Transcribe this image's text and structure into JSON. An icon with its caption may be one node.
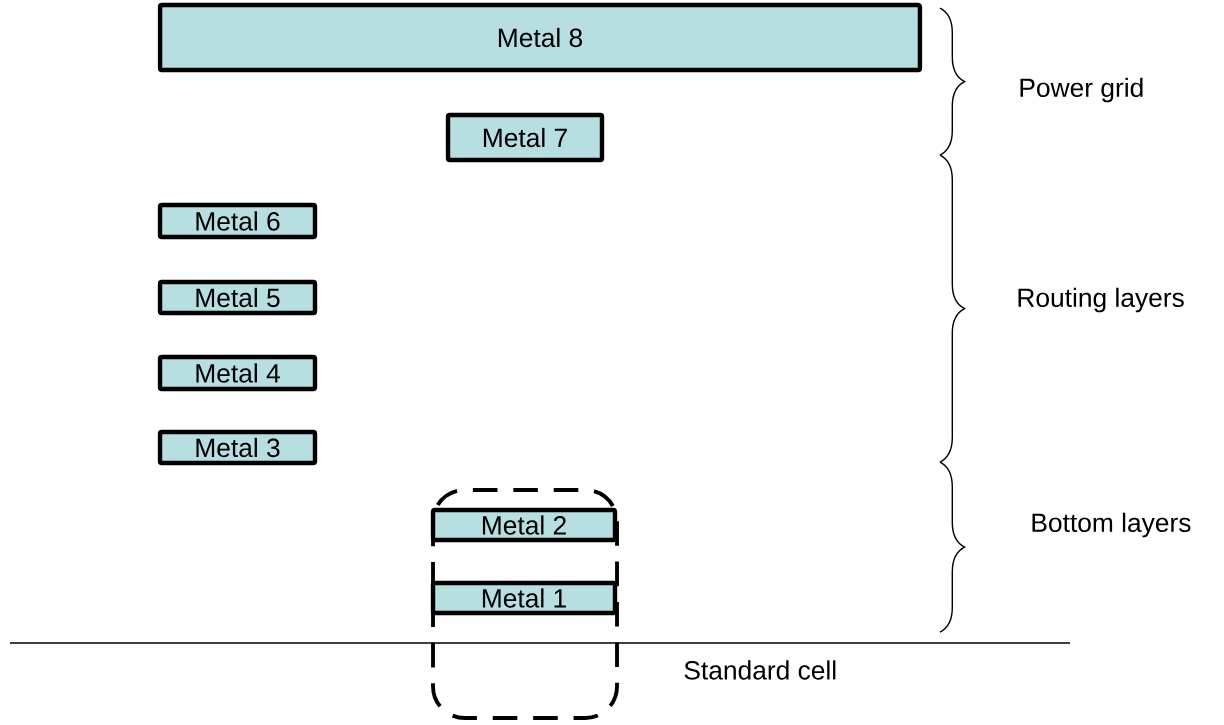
{
  "diagram": {
    "nodes": [
      {
        "text": [
          "Metal 8"
        ]
      },
      {
        "text": [
          "Metal 7"
        ]
      },
      {
        "text": [
          "Metal 6"
        ]
      },
      {
        "text": [
          "Metal 5"
        ]
      },
      {
        "text": [
          "Metal 4"
        ]
      },
      {
        "text": [
          "Metal 3"
        ]
      },
      {
        "text": [
          "Metal 2"
        ]
      },
      {
        "text": [
          "Metal 1"
        ]
      }
    ],
    "edges": [],
    "labels": [
      "Power grid",
      "Routing layers",
      "Bottom layers",
      "Standard cell"
    ]
  }
}
